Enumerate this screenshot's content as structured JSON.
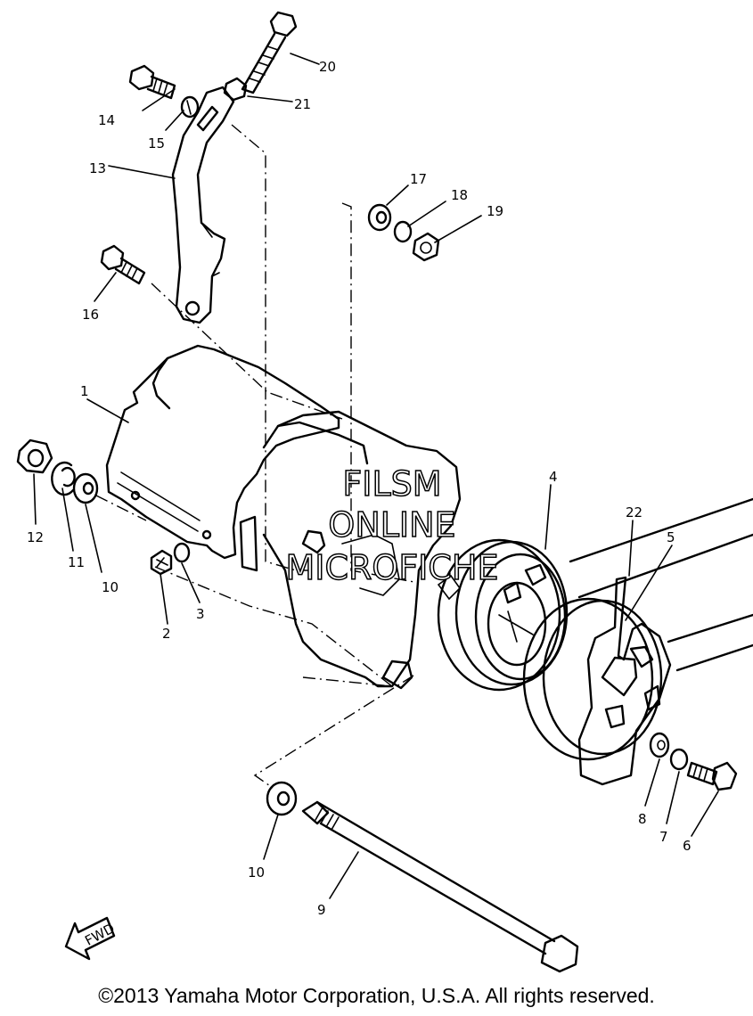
{
  "callouts": {
    "c1": "1",
    "c2": "2",
    "c3": "3",
    "c4": "4",
    "c5": "5",
    "c6": "6",
    "c7": "7",
    "c8": "8",
    "c9": "9",
    "c10a": "10",
    "c10b": "10",
    "c11": "11",
    "c12": "12",
    "c13": "13",
    "c14": "14",
    "c15": "15",
    "c16": "16",
    "c17": "17",
    "c18": "18",
    "c19": "19",
    "c20": "20",
    "c21": "21",
    "c22": "22"
  },
  "watermark": {
    "line1": "FILSM",
    "line2": "ONLINE",
    "line3": "MICROFICHE"
  },
  "fwd_arrow": {
    "label": "FWD"
  },
  "copyright": "©2013 Yamaha Motor Corporation, U.S.A. All rights reserved."
}
